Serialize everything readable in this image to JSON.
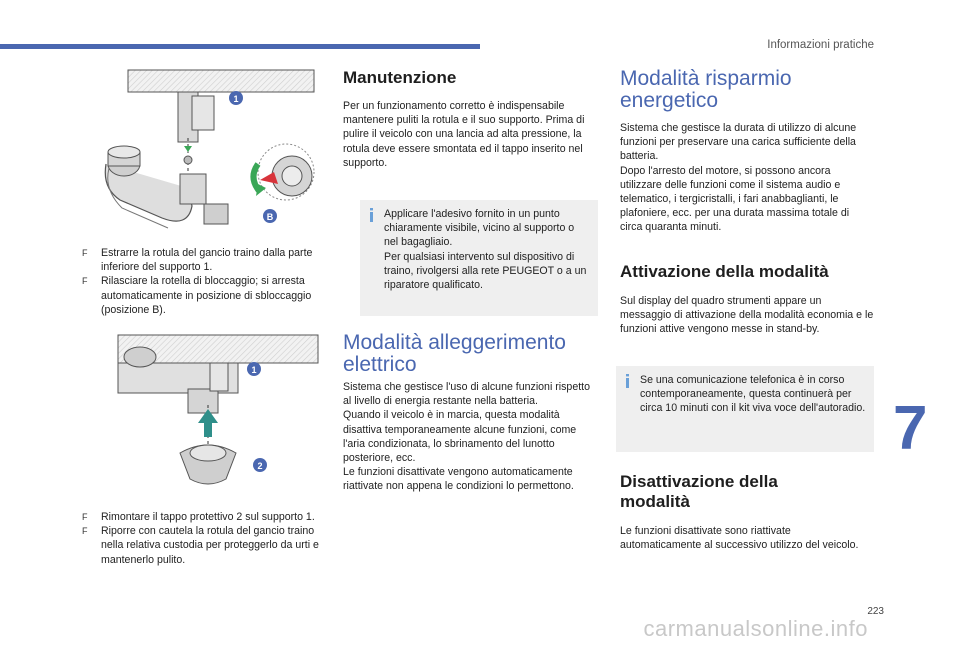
{
  "header": {
    "section": "Informazioni pratiche"
  },
  "chapter_number": "7",
  "page_number": "223",
  "watermark": "carmanualsonline.info",
  "figure1": {
    "callout_1": "1",
    "callout_b": "B"
  },
  "figure2": {
    "callout_1": "1",
    "callout_2": "2"
  },
  "col1": {
    "bullet_marker": "F",
    "steps_a": [
      "Estrarre la rotula del gancio traino dalla parte inferiore del supporto 1.",
      "Rilasciare la rotella di bloccaggio; si arresta automaticamente in posizione di sbloccaggio (posizione B)."
    ],
    "steps_b": [
      "Rimontare il tappo protettivo 2 sul supporto 1.",
      "Riporre con cautela la rotula del gancio traino nella relativa custodia per proteggerlo da urti e mantenerlo pulito."
    ]
  },
  "manutenzione": {
    "title": "Manutenzione",
    "body": "Per un funzionamento corretto è indispensabile mantenere puliti la rotula e il suo supporto. Prima di pulire il veicolo con una lancia ad alta pressione, la rotula deve essere smontata ed il tappo inserito nel supporto.",
    "info_1": "Applicare l'adesivo fornito in un punto chiaramente visibile, vicino al supporto o nel bagagliaio.",
    "info_2": "Per qualsiasi intervento sul dispositivo di traino, rivolgersi alla rete PEUGEOT o a un riparatore qualificato."
  },
  "alleggerimento": {
    "title_line1": "Modalità alleggerimento",
    "title_line2": "elettrico",
    "p1": "Sistema che gestisce l'uso di alcune funzioni rispetto al livello di energia restante nella batteria.",
    "p2": "Quando il veicolo è in marcia, questa modalità disattiva temporaneamente alcune funzioni, come l'aria condizionata, lo sbrinamento del lunotto posteriore, ecc.",
    "p3": "Le funzioni disattivate vengono automaticamente riattivate non appena le condizioni lo permettono."
  },
  "risparmio": {
    "title_line1": "Modalità risparmio",
    "title_line2": "energetico",
    "p1": "Sistema che gestisce la durata di utilizzo di alcune funzioni per preservare una carica sufficiente della batteria.",
    "p2": "Dopo l'arresto del motore, si possono ancora utilizzare delle funzioni come il sistema audio e telematico, i tergicristalli, i fari anabbaglianti, le plafoniere, ecc. per una durata massima totale di circa quaranta minuti."
  },
  "attivazione": {
    "title": "Attivazione della modalità",
    "body": "Sul display del quadro strumenti appare un messaggio di attivazione della modalità economia e le funzioni attive vengono messe in stand-by.",
    "info": "Se una comunicazione telefonica è in corso contemporaneamente, questa continuerà per circa 10 minuti con il kit viva voce dell'autoradio."
  },
  "disattivazione": {
    "title_line1": "Disattivazione della",
    "title_line2": "modalità",
    "body": "Le funzioni disattivate sono riattivate automaticamente al successivo utilizzo del veicolo."
  },
  "colors": {
    "accent": "#4a67b0",
    "info_bg": "#efefef",
    "info_bar": "#6aa0d8",
    "green_arrow": "#3aa657",
    "red_part": "#d8343b"
  }
}
